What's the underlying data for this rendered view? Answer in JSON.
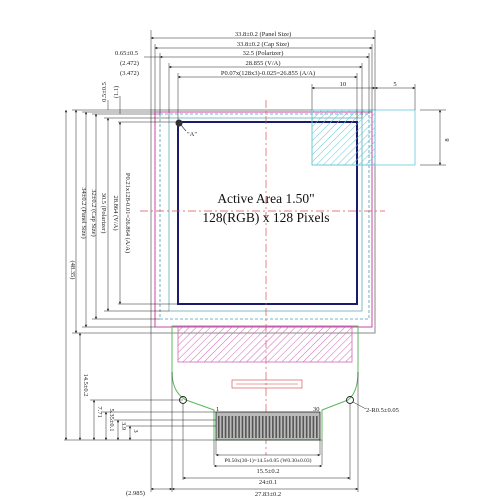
{
  "drawing": {
    "active_area_title": "Active Area 1.50\"",
    "pixel_format": "128(RGB) x 128 Pixels",
    "point_a_label": "\"A\"",
    "colors": {
      "panel_outline": "#888888",
      "cap_outline": "#cc44aa",
      "polarizer_outline": "#4a9fb0",
      "active_area": "#1a1a6e",
      "center_line": "#e05050",
      "fpc_outline": "#5cb85c",
      "hatch_magenta": "#d066b8",
      "hatch_cyan": "#66c8d8",
      "dim_line": "#222222"
    }
  },
  "top_dims": {
    "panel": "33.8±0.2 (Panel Size)",
    "cap": "33.8±0.2 (Cap Size)",
    "polarizer": "32.5 (Polarizer)",
    "polarizer_offset": "0.65±0.5",
    "va": "28.855 (V/A)",
    "va_offset": "(2.472)",
    "aa": "P0.07x(128x3)-0.025=26.855 (A/A)",
    "aa_offset": "(3.472)",
    "detail_10": "10",
    "detail_5": "5",
    "detail_8": "8"
  },
  "left_dims": {
    "d1": "0.5±0.5",
    "d2": "(1.1)",
    "aa_v": "P0.21x128-0.01=26.864 (A/A)",
    "va_v": "28.864 (V/A)",
    "pol_v": "30.5 (Polarizer)",
    "cap_v": "32±0.2 (Cap Size)",
    "panel_v": "34±0.2 (Panel Size)",
    "total_v": "(48.35)",
    "fpc1": "14.5±0.2",
    "fpc2": "7.71",
    "fpc3": "5.35±0.1",
    "fpc4": "3.9",
    "fpc5": "3"
  },
  "right_dims": {
    "hole": "2-R0.5±0.05"
  },
  "bottom_dims": {
    "pins_left": "1",
    "pins_right": "30",
    "pitch": "P0.50x(30-1)=14.5±0.05 (W0.30±0.03)",
    "d1": "15.5±0.2",
    "d2": "24±0.1",
    "d3": "27.83±0.2",
    "d3_offset": "(2.985)"
  }
}
